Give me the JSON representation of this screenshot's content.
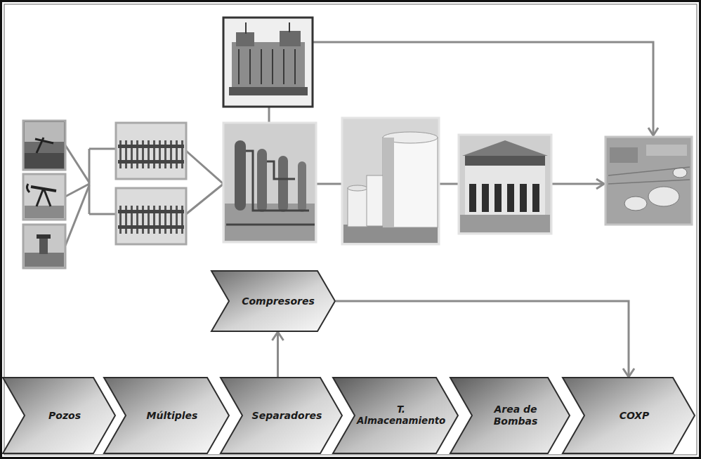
{
  "diagram": {
    "nodes": [
      {
        "text": [
          "Compresores"
        ]
      },
      {
        "text": [
          "Pozos"
        ]
      },
      {
        "text": [
          "Múltiples"
        ]
      },
      {
        "text": [
          "Separadores"
        ]
      },
      {
        "text": [
          "T. Almacenamiento"
        ]
      },
      {
        "text": [
          "Area de Bombas"
        ]
      },
      {
        "text": [
          "COXP"
        ]
      }
    ],
    "edges": [
      {
        "from": 3,
        "to": 0,
        "arrow": "to"
      },
      {
        "from": 0,
        "to": 6,
        "arrow": "to"
      }
    ]
  }
}
